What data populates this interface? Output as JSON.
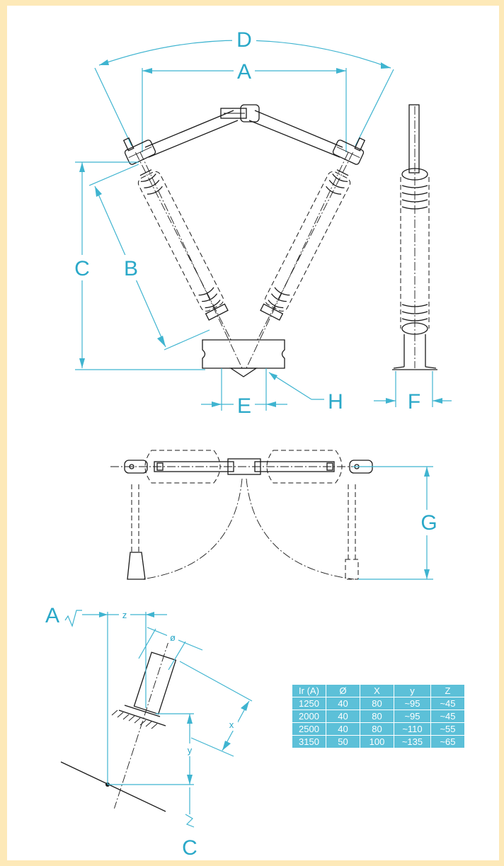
{
  "labels": {
    "A": "A",
    "B": "B",
    "C": "C",
    "D": "D",
    "E": "E",
    "F": "F",
    "G": "G",
    "H": "H",
    "z": "z",
    "x": "x",
    "y": "y",
    "phi": "ø",
    "A2": "A",
    "C2": "C"
  },
  "table": {
    "headers": [
      "Ir (A)",
      "Ø",
      "X",
      "y",
      "Z"
    ],
    "rows": [
      [
        "1250",
        "40",
        "80",
        "~95",
        "~45"
      ],
      [
        "2000",
        "40",
        "80",
        "~95",
        "~45"
      ],
      [
        "2500",
        "40",
        "80",
        "~110",
        "~55"
      ],
      [
        "3150",
        "50",
        "100",
        "~135",
        "~65"
      ]
    ]
  },
  "colors": {
    "background": "#fde9b8",
    "dimension": "#3fb4d0",
    "label": "#2aa8c8",
    "table": "#5cc0d8",
    "line": "#1a1a1a"
  }
}
